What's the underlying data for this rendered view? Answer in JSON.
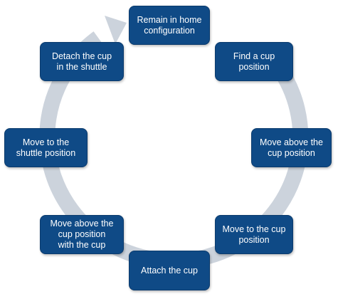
{
  "diagram": {
    "ring_color": "#ccd3dc",
    "box_color": "#0f4a86",
    "text_color": "#ffffff",
    "steps": [
      {
        "label": "Remain in home\nconfiguration"
      },
      {
        "label": "Find a cup\nposition"
      },
      {
        "label": "Move above the\ncup position"
      },
      {
        "label": "Move to the cup\nposition"
      },
      {
        "label": "Attach the cup"
      },
      {
        "label": "Move above the\ncup position\nwith the cup"
      },
      {
        "label": "Move to the\nshuttle position"
      },
      {
        "label": "Detach the cup\nin the shuttle"
      }
    ]
  }
}
